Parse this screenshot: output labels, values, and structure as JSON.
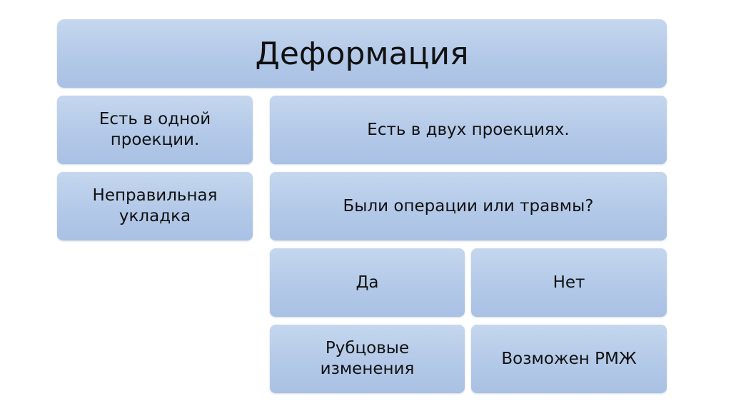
{
  "diagram": {
    "title": "Деформация",
    "nodes": {
      "one_projection": "Есть в одной проекции.",
      "wrong_positioning": "Неправильная укладка",
      "two_projections": "Есть в двух проекциях.",
      "surgery_or_trauma": "Были операции или травмы?",
      "yes": "Да",
      "no": "Нет",
      "scar_changes": "Рубцовые изменения",
      "possible_cancer": "Возможен РМЖ"
    }
  },
  "colors": {
    "box_fill_top": "#c5d7ee",
    "box_fill_bottom": "#a9c1e4",
    "text": "#111111",
    "background": "#ffffff"
  }
}
